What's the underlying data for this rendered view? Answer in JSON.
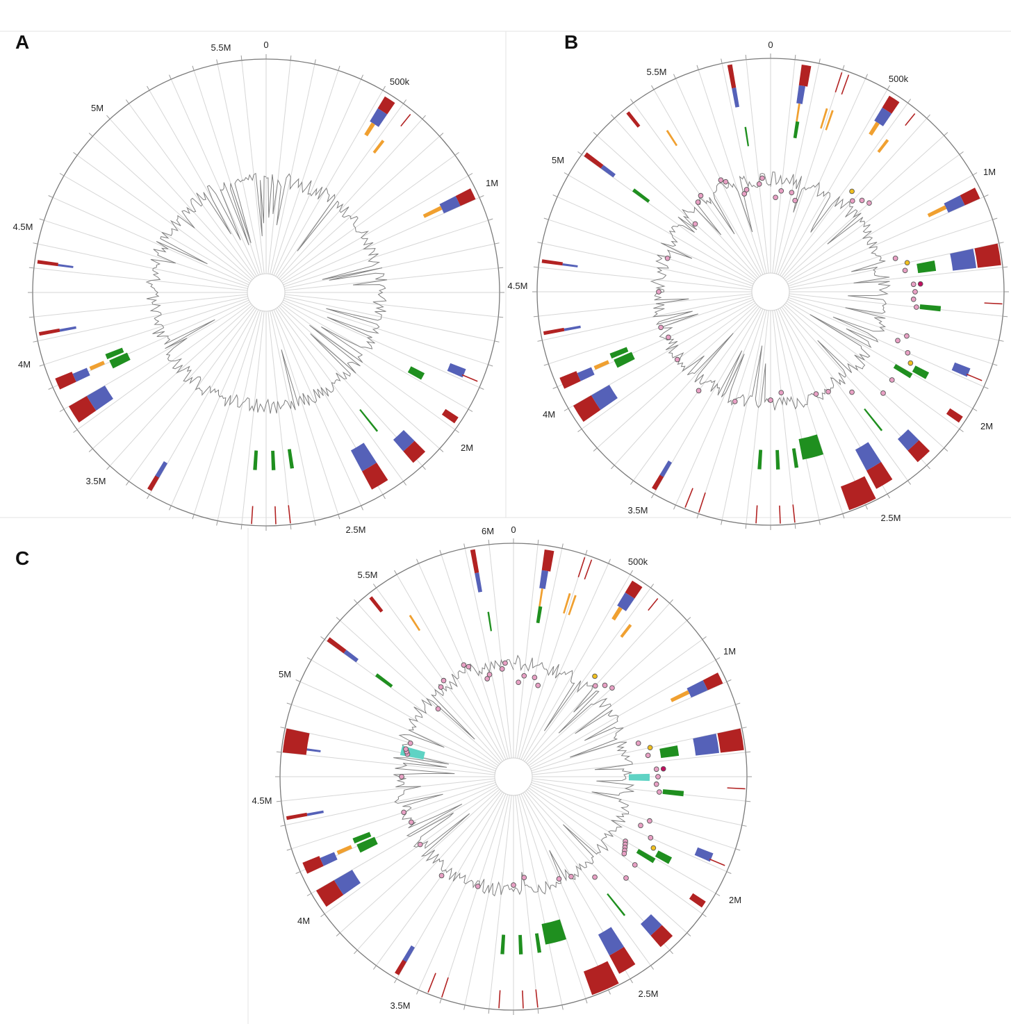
{
  "figure": {
    "panels": [
      {
        "id": "A",
        "letter": "A",
        "labels": [
          {
            "text": "0",
            "mb": 0
          },
          {
            "text": "500k",
            "mb": 0.5
          },
          {
            "text": "1M",
            "mb": 1.0
          },
          {
            "text": "4.5M",
            "mb": 1.5
          },
          {
            "text": "2M",
            "mb": 2.0
          },
          {
            "text": "2.5M",
            "mb": 2.5
          },
          {
            "text": "3.5M",
            "mb": 3.5
          },
          {
            "text": "4M",
            "mb": 4.0
          },
          {
            "text": "4.5M",
            "mb": 4.5
          },
          {
            "text": "5M",
            "mb": 5.0
          },
          {
            "text": "5.5M",
            "mb": 5.5
          }
        ]
      },
      {
        "id": "B",
        "letter": "B",
        "labels": [
          {
            "text": "0",
            "mb": 0
          },
          {
            "text": "500k",
            "mb": 0.5
          },
          {
            "text": "1M",
            "mb": 1.0
          },
          {
            "text": "2M",
            "mb": 2.0
          },
          {
            "text": "2.5M",
            "mb": 2.5
          },
          {
            "text": "3.5M",
            "mb": 3.5
          },
          {
            "text": "4M",
            "mb": 4.0
          },
          {
            "text": "5M",
            "mb": 5.0
          },
          {
            "text": "5.5M",
            "mb": 5.5
          }
        ]
      },
      {
        "id": "C",
        "letter": "C",
        "labels": [
          {
            "text": "6M",
            "mb": 5.93
          },
          {
            "text": "0",
            "mb": 0
          },
          {
            "text": "500k",
            "mb": 0.5
          },
          {
            "text": "1M",
            "mb": 1.0
          },
          {
            "text": "2M",
            "mb": 2.0
          },
          {
            "text": "2.5M",
            "mb": 2.5
          },
          {
            "text": "3.5M",
            "mb": 3.5
          },
          {
            "text": "4M",
            "mb": 4.0
          },
          {
            "text": "4.5M",
            "mb": 4.5
          },
          {
            "text": "5M",
            "mb": 5.0
          },
          {
            "text": "5.5M",
            "mb": 5.5
          }
        ]
      }
    ],
    "colors": {
      "genomic_island": "#b22222",
      "mobile_element": "#5561b8",
      "orange_track": "#f0a030",
      "green_track": "#1f8f1f",
      "pink_marker": "#e8a0c4",
      "yellow_marker": "#f0c020",
      "magenta_marker": "#c01060",
      "gc_line": "#808080",
      "highlight": "#5fd3c4"
    }
  }
}
